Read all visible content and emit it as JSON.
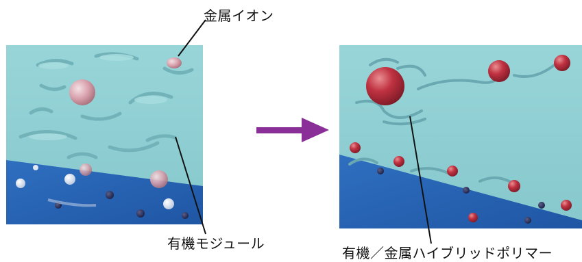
{
  "labels": {
    "metal_ion": "金属イオン",
    "organic_module": "有機モジュール",
    "hybrid_polymer": "有機／金属ハイブリッドポリマー"
  },
  "colors": {
    "background": "#ffffff",
    "panel_cyan": "#8fcfd3",
    "panel_blue": "#2a66b8",
    "metal_red": "#b3283a",
    "arrow_purple": "#8a2f98",
    "leader_line": "#111111"
  },
  "icons": {
    "arrow": "right-arrow-icon"
  }
}
